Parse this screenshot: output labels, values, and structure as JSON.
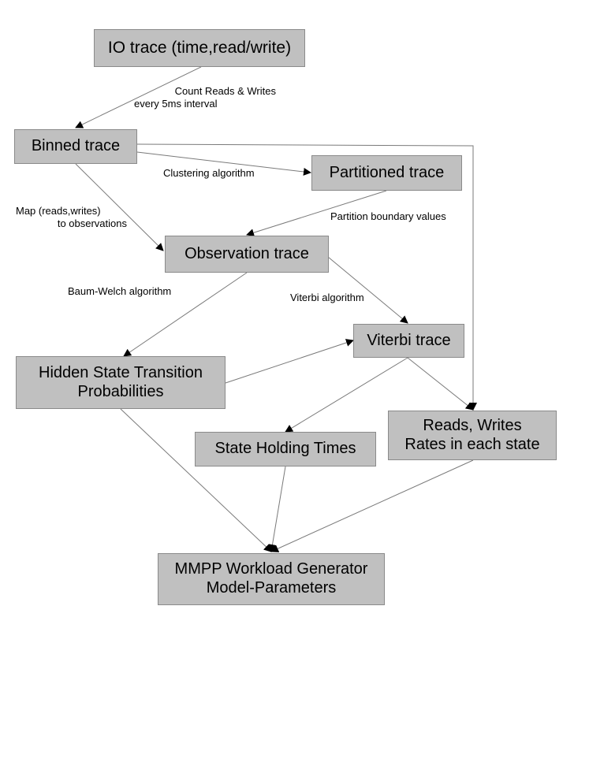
{
  "nodes": {
    "io_trace": [
      "IO trace (time,read/write)"
    ],
    "binned_trace": [
      "Binned trace"
    ],
    "partitioned_trace": [
      "Partitioned  trace"
    ],
    "observation_trace": [
      "Observation  trace"
    ],
    "viterbi_trace": [
      "Viterbi trace"
    ],
    "hidden_state": [
      "Hidden State Transition",
      "Probabilities"
    ],
    "rates": [
      "Reads, Writes",
      "Rates in each state"
    ],
    "holding_times": [
      "State Holding Times"
    ],
    "mmpp": [
      "MMPP Workload Generator",
      "Model-Parameters"
    ]
  },
  "edge_labels": {
    "count": [
      "Count Reads & Writes",
      "every 5ms interval"
    ],
    "clustering": [
      "Clustering algorithm"
    ],
    "map": [
      "Map (reads,writes)",
      "to observations"
    ],
    "partition_boundary": [
      "Partition boundary values"
    ],
    "baum_welch": [
      "Baum-Welch algorithm"
    ],
    "viterbi_algo": [
      "Viterbi algorithm"
    ]
  }
}
